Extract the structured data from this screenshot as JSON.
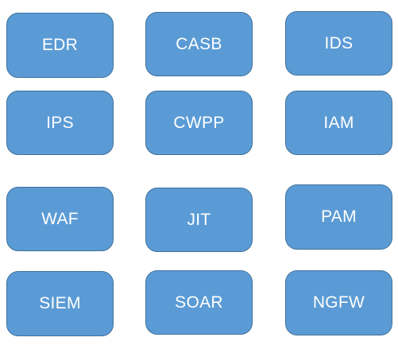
{
  "colors": {
    "tile_fill": "#5b9bd5",
    "tile_border": "#41719c",
    "tile_text": "#ffffff"
  },
  "tiles": [
    {
      "label": "EDR"
    },
    {
      "label": "CASB"
    },
    {
      "label": "IDS"
    },
    {
      "label": "IPS"
    },
    {
      "label": "CWPP"
    },
    {
      "label": "IAM"
    },
    {
      "label": "WAF"
    },
    {
      "label": "JIT"
    },
    {
      "label": "PAM"
    },
    {
      "label": "SIEM"
    },
    {
      "label": "SOAR"
    },
    {
      "label": "NGFW"
    }
  ]
}
